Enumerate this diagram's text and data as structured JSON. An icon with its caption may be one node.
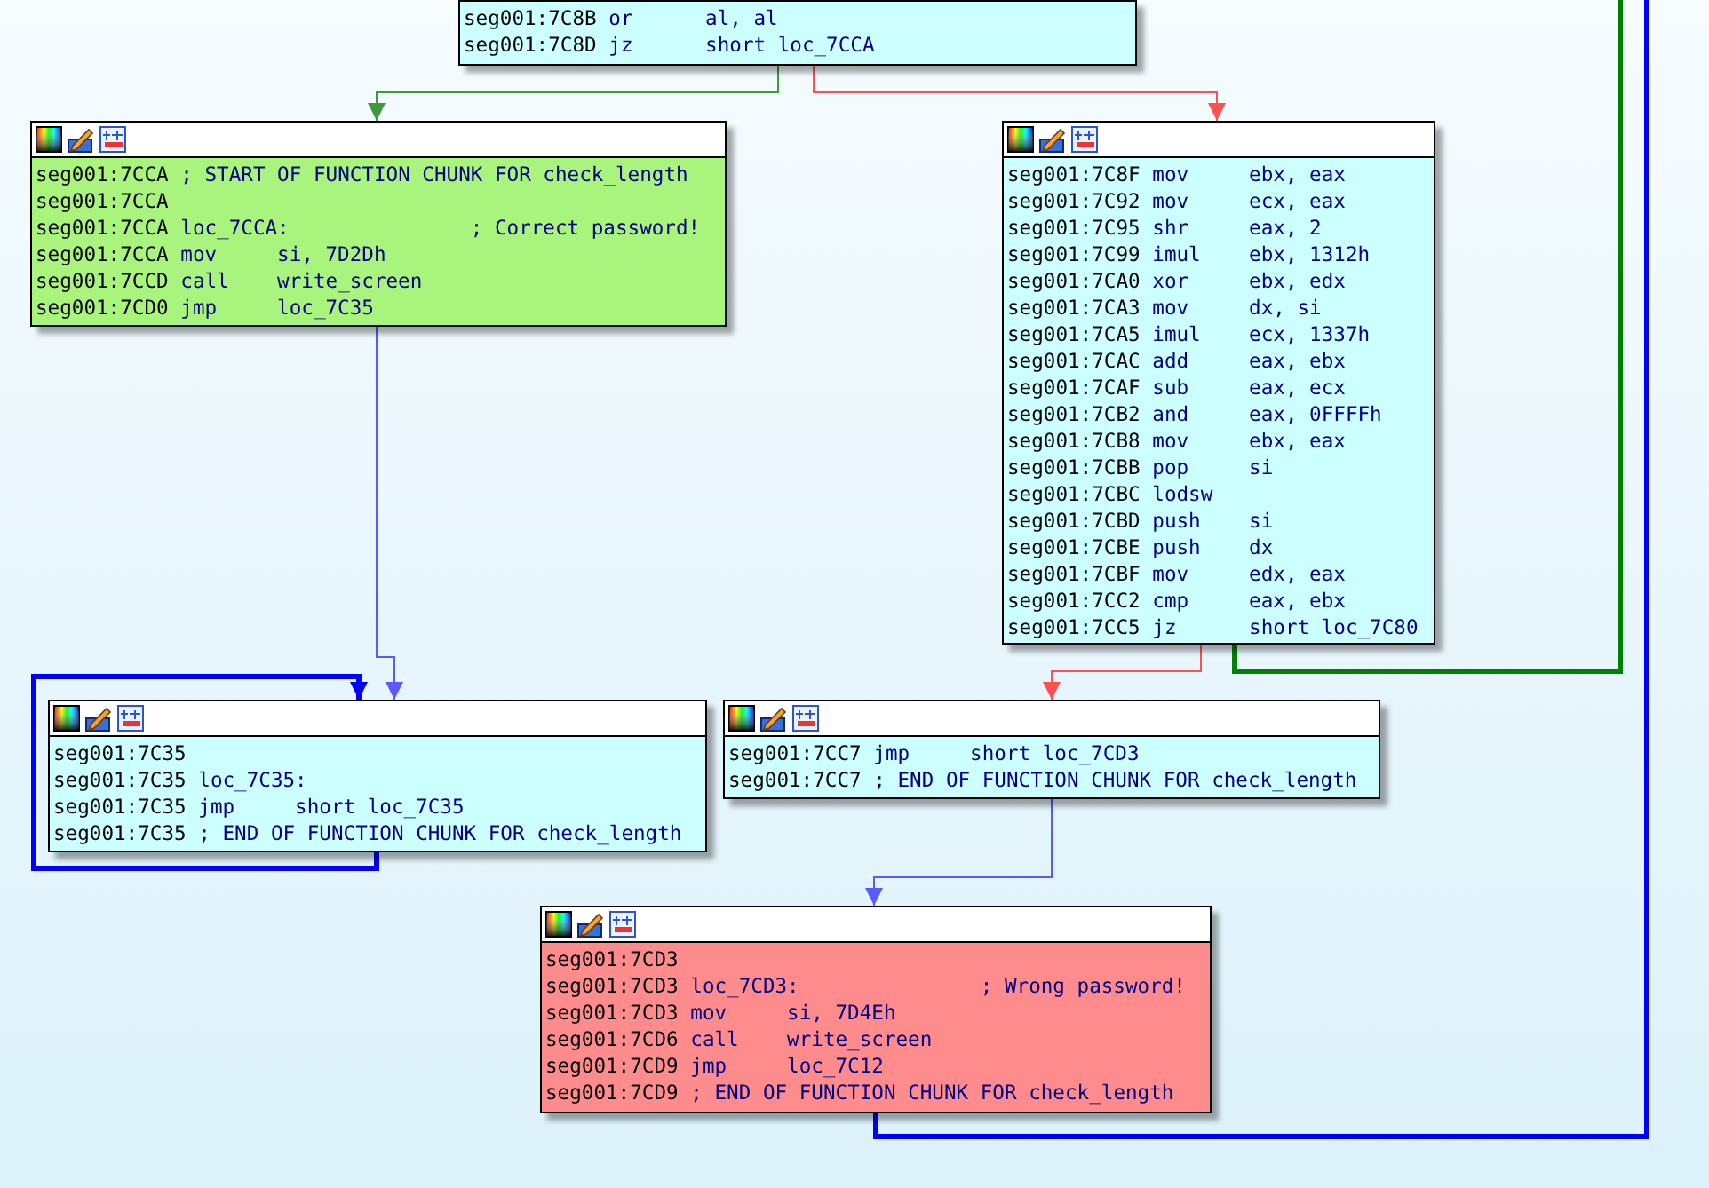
{
  "diagram": {
    "nodes": [
      {
        "text": [
          "seg001:7C8B or al, al",
          "seg001:7C8D jz short loc_7CCA"
        ]
      },
      {
        "text": [
          "seg001:7CCA ; START OF FUNCTION CHUNK FOR check_length",
          "seg001:7CCA",
          "seg001:7CCA loc_7CCA: ; Correct password!",
          "seg001:7CCA mov si, 7D2Dh",
          "seg001:7CCD call write_screen",
          "seg001:7CD0 jmp loc_7C35"
        ]
      },
      {
        "text": [
          "seg001:7C8F mov ebx, eax",
          "seg001:7C92 mov ecx, eax",
          "seg001:7C95 shr eax, 2",
          "seg001:7C99 imul ebx, 1312h",
          "seg001:7CA0 xor ebx, edx",
          "seg001:7CA3 mov dx, si",
          "seg001:7CA5 imul ecx, 1337h",
          "seg001:7CAC add eax, ebx",
          "seg001:7CAF sub eax, ecx",
          "seg001:7CB2 and eax, 0FFFFh",
          "seg001:7CB8 mov ebx, eax",
          "seg001:7CBB pop si",
          "seg001:7CBC lodsw",
          "seg001:7CBD push si",
          "seg001:7CBE push dx",
          "seg001:7CBF mov edx, eax",
          "seg001:7CC2 cmp eax, ebx",
          "seg001:7CC5 jz short loc_7C80"
        ]
      },
      {
        "text": [
          "seg001:7C35",
          "seg001:7C35 loc_7C35:",
          "seg001:7C35 jmp short loc_7C35",
          "seg001:7C35 ; END OF FUNCTION CHUNK FOR check_length"
        ]
      },
      {
        "text": [
          "seg001:7CC7 jmp short loc_7CD3",
          "seg001:7CC7 ; END OF FUNCTION CHUNK FOR check_length"
        ]
      },
      {
        "text": [
          "seg001:7CD3",
          "seg001:7CD3 loc_7CD3: ; Wrong password!",
          "seg001:7CD3 mov si, 7D4Eh",
          "seg001:7CD6 call write_screen",
          "seg001:7CD9 jmp loc_7C12",
          "seg001:7CD9 ; END OF FUNCTION CHUNK FOR check_length"
        ]
      }
    ],
    "edges": [
      {
        "from": 0,
        "to": 1,
        "arrow": "to",
        "color": "#3c9a3c"
      },
      {
        "from": 0,
        "to": 2,
        "arrow": "to",
        "color": "#ff5050"
      },
      {
        "from": 1,
        "to": 3,
        "arrow": "to",
        "color": "#5a5aff"
      },
      {
        "from": 3,
        "to": 3,
        "arrow": "to",
        "style": "thick",
        "color": "#0000ff"
      },
      {
        "from": 2,
        "to": 4,
        "arrow": "to",
        "color": "#ff5050"
      },
      {
        "from": 2,
        "to": null,
        "arrow": "none",
        "style": "thick",
        "color": "#008000"
      },
      {
        "from": 4,
        "to": 5,
        "arrow": "to",
        "color": "#5a5aff"
      },
      {
        "from": 5,
        "to": null,
        "arrow": "none",
        "style": "thick",
        "color": "#0000ff"
      }
    ]
  }
}
